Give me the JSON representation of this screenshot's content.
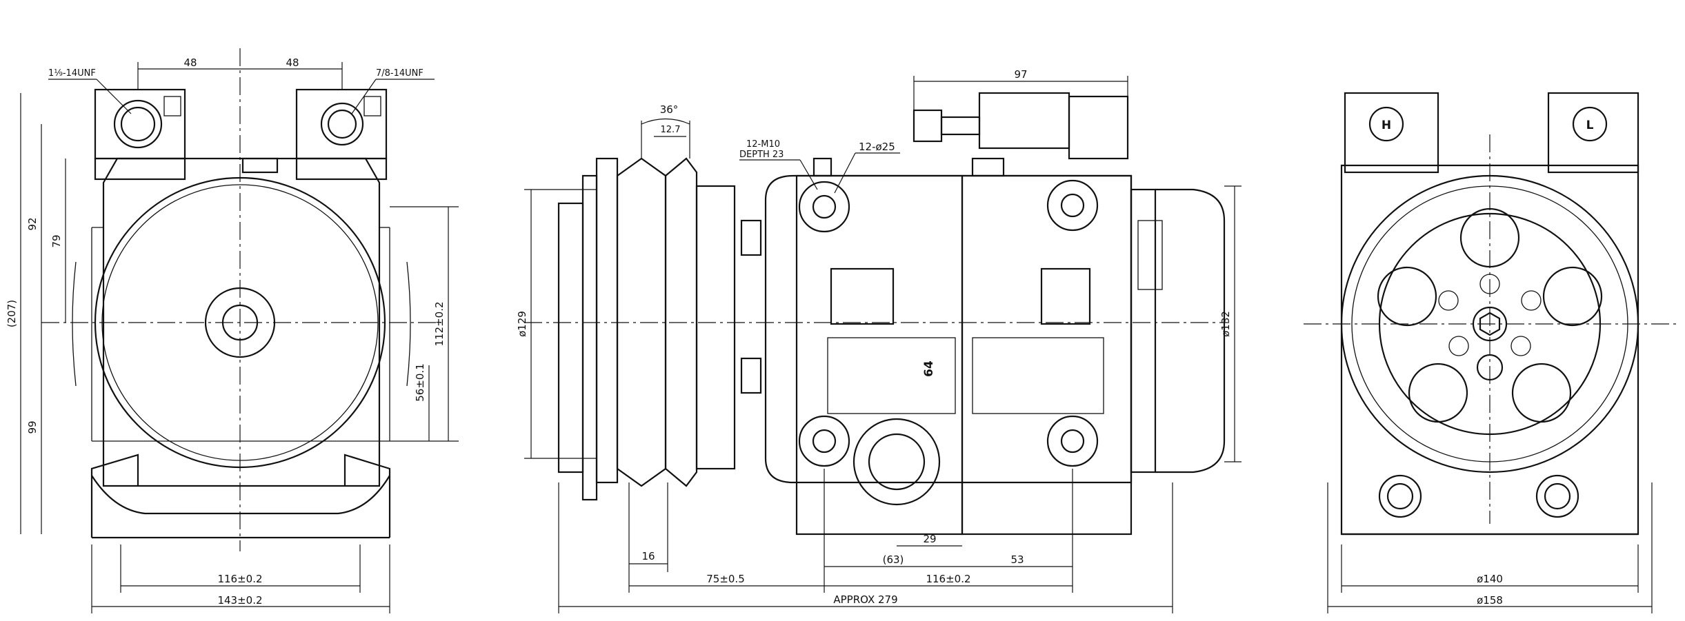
{
  "fittings": {
    "left_thread": "1⅑-14UNF",
    "right_thread": "7/8-14UNF",
    "h_label": "H",
    "l_label": "L"
  },
  "front_view": {
    "dim_top_left": "48",
    "dim_top_right": "48",
    "dim_overall_height": "(207)",
    "dim_92": "92",
    "dim_79": "79",
    "dim_99": "99",
    "dim_112": "112±0.2",
    "dim_56": "56±0.1",
    "dim_116": "116±0.2",
    "dim_143": "143±0.2"
  },
  "side_view": {
    "dim_angle": "36°",
    "dim_groove": "12.7",
    "dim_97": "97",
    "note_m10": "12-M10",
    "note_depth": "DEPTH 23",
    "note_hole": "12-ø25",
    "dim_dia129": "ø129",
    "dim_dia132": "ø132",
    "dim_64": "64",
    "dim_29": "29",
    "dim_63": "(63)",
    "dim_53": "53",
    "dim_16": "16",
    "dim_75": "75±0.5",
    "dim_116": "116±0.2",
    "dim_approx": "APPROX 279"
  },
  "rear_view": {
    "dim_dia140": "ø140",
    "dim_dia158": "ø158"
  }
}
